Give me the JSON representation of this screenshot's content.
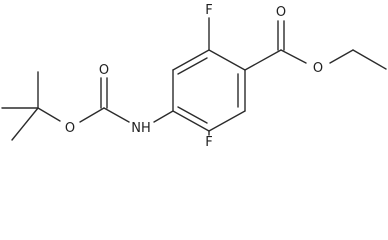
{
  "colors": {
    "bond": "#2b2b2b",
    "label": "#1f1f1f",
    "background": "#ffffff"
  },
  "structure": {
    "atom_labels": {
      "fluorine_top": "F",
      "fluorine_bottom": "F",
      "ester_carbonyl_oxygen": "O",
      "ester_ether_oxygen": "O",
      "carbamate_carbonyl_oxygen": "O",
      "carbamate_ether_oxygen": "O",
      "amine": "NH"
    }
  }
}
